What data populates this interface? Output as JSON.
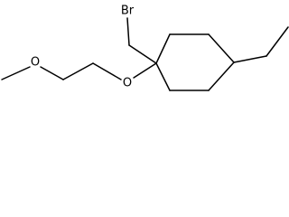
{
  "molecule": {
    "atoms": {
      "bromine": "Br",
      "ether_oxygen": "O",
      "methoxy_oxygen": "O"
    }
  },
  "colors": {
    "bond": "#000000",
    "label": "#000000",
    "background": "#ffffff"
  }
}
